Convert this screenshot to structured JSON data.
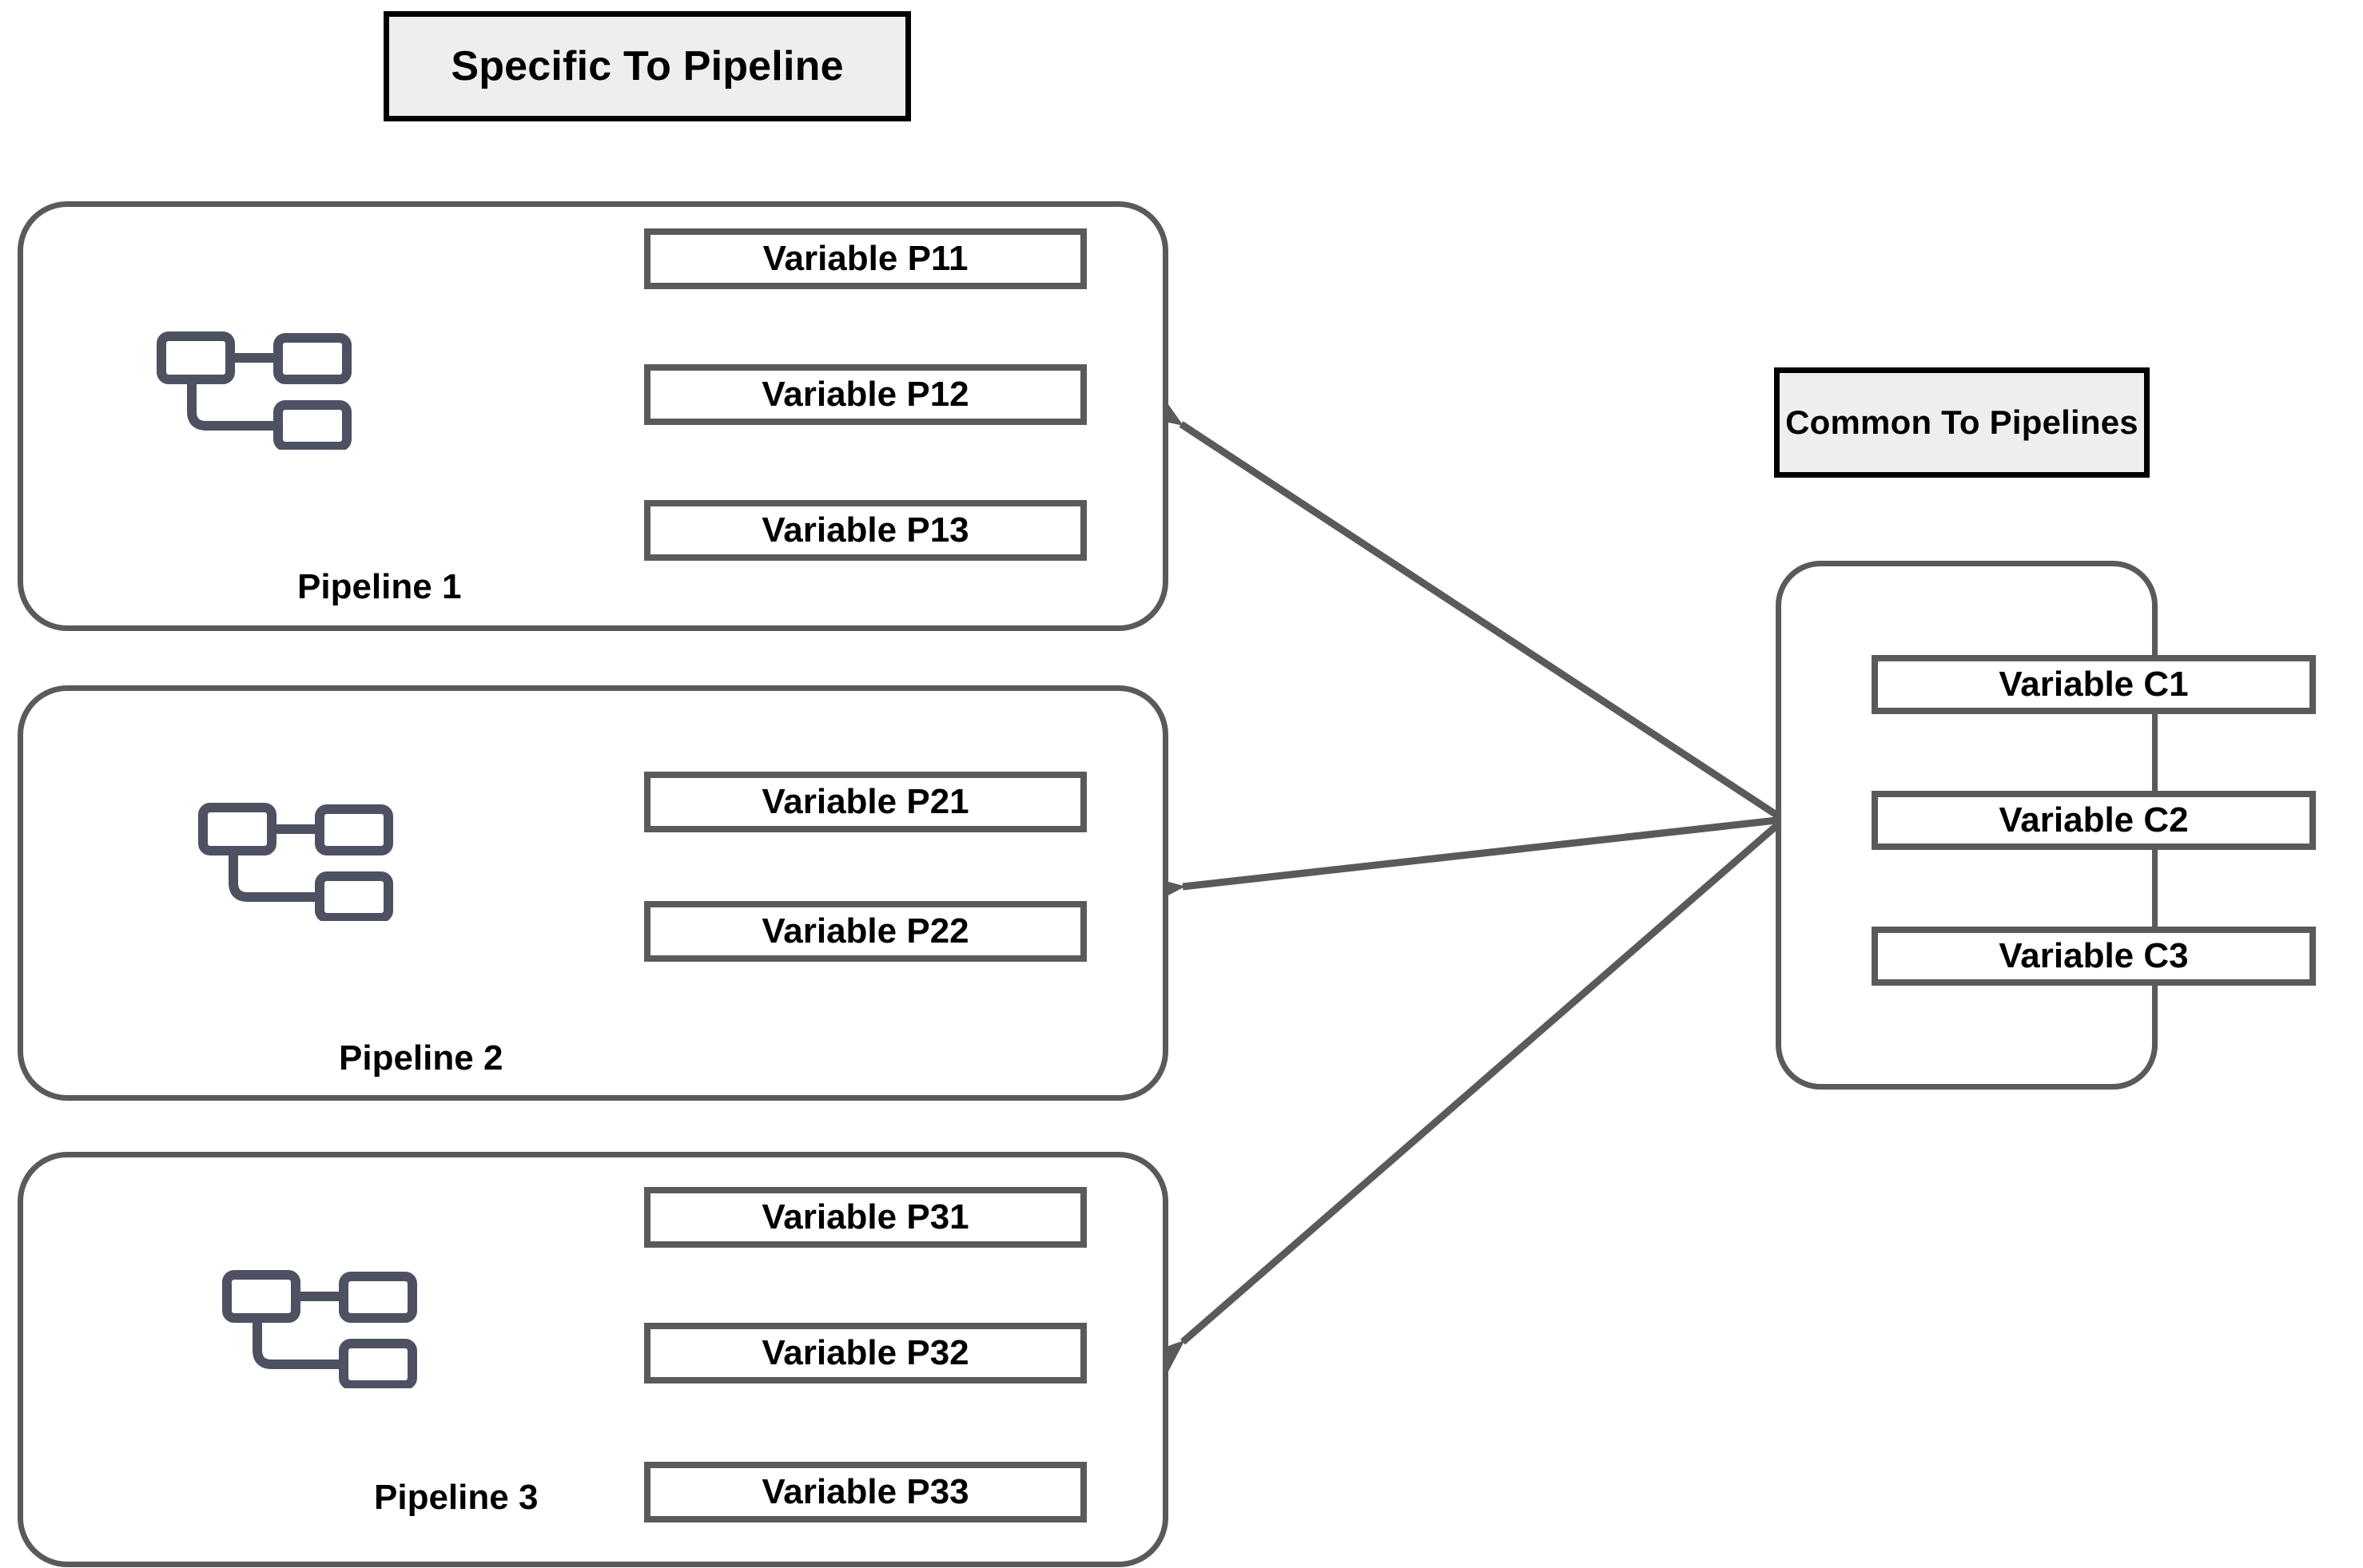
{
  "headers": {
    "specific": "Specific To Pipeline",
    "common": "Common To Pipelines"
  },
  "colors": {
    "header_fill": "#eeeeee",
    "header_border": "#000000",
    "group_border": "#5a5a5a",
    "var_border": "#5a5a5a",
    "arrow": "#5a5a5a",
    "icon": "#4e5161",
    "text": "#000000",
    "background": "#ffffff"
  },
  "pipelines": [
    {
      "caption": "Pipeline 1",
      "icon": "pipeline-hierarchy-icon",
      "variables": [
        "Variable P11",
        "Variable P12",
        "Variable P13"
      ]
    },
    {
      "caption": "Pipeline 2",
      "icon": "pipeline-hierarchy-icon",
      "variables": [
        "Variable P21",
        "Variable P22"
      ]
    },
    {
      "caption": "Pipeline 3",
      "icon": "pipeline-hierarchy-icon",
      "variables": [
        "Variable P31",
        "Variable P32",
        "Variable P33"
      ]
    }
  ],
  "common": {
    "variables": [
      "Variable C1",
      "Variable C2",
      "Variable C3"
    ]
  },
  "arrows": [
    {
      "from": "common-box",
      "to": "pipeline-1",
      "direction": "left"
    },
    {
      "from": "common-box",
      "to": "pipeline-2",
      "direction": "left"
    },
    {
      "from": "common-box",
      "to": "pipeline-3",
      "direction": "left"
    }
  ]
}
